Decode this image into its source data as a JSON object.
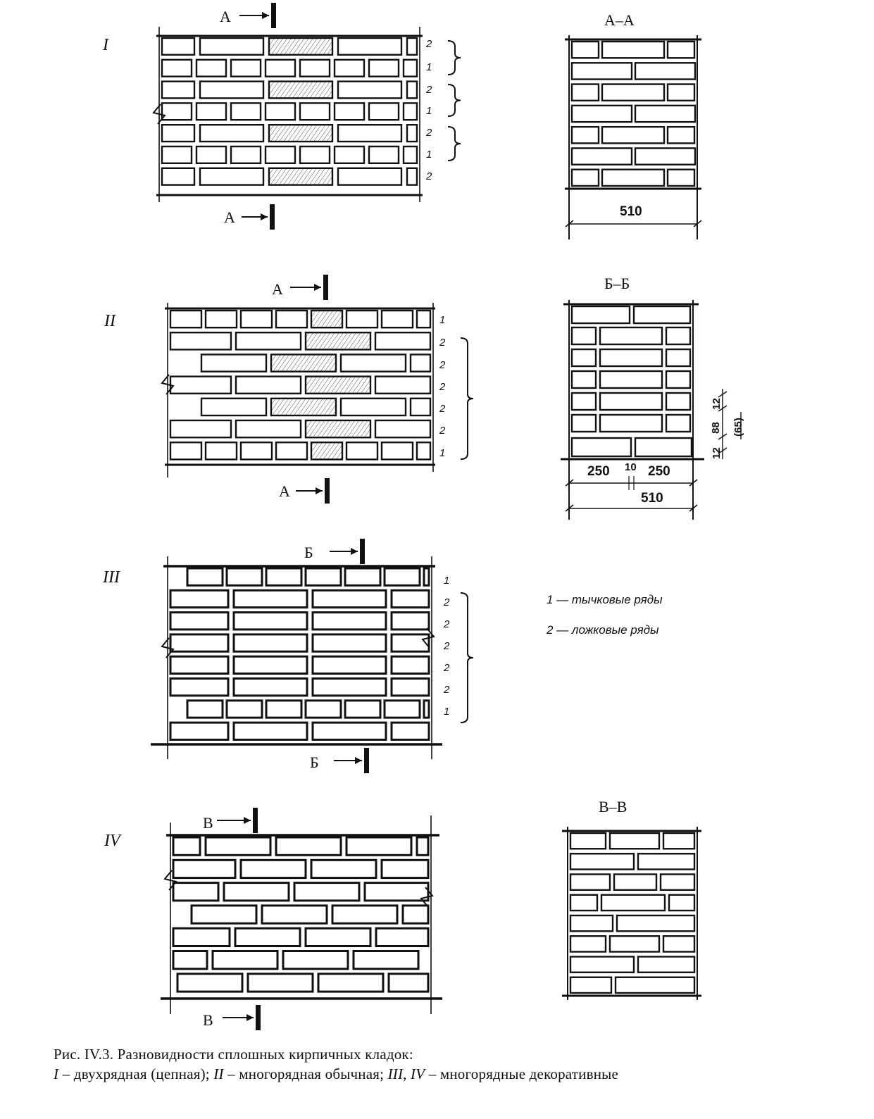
{
  "panels": [
    {
      "numeral": "I",
      "row_labels": [
        "2",
        "1",
        "2",
        "1",
        "2",
        "1",
        "2"
      ],
      "cut_top": "А",
      "cut_bottom": "А",
      "section_title": "А–А",
      "section_dimension": "510"
    },
    {
      "numeral": "II",
      "row_labels": [
        "1",
        "2",
        "2",
        "2",
        "2",
        "2",
        "1"
      ],
      "cut_top": "А",
      "cut_bottom": "А",
      "section_title": "Б–Б",
      "section_dimensions": {
        "left": "250",
        "joint": "10",
        "right": "250",
        "total": "510",
        "joint_top": "12",
        "course": "88",
        "brick_height": "(65)",
        "joint_bottom": "12"
      }
    },
    {
      "numeral": "III",
      "row_labels": [
        "1",
        "2",
        "2",
        "2",
        "2",
        "2",
        "1"
      ],
      "cut_top": "Б",
      "cut_bottom": "Б"
    },
    {
      "numeral": "IV",
      "cut_top": "В",
      "cut_bottom": "В",
      "section_title": "В–В"
    }
  ],
  "legend": [
    "1 — тычковые ряды",
    "2 — ложковые ряды"
  ],
  "caption": {
    "line1": "Рис. IV.3. Разновидности сплошных кирпичных кладок:",
    "line2_parts": [
      {
        "text": "I",
        "italic": true
      },
      {
        "text": " – двухрядная (цепная); ",
        "italic": false
      },
      {
        "text": "II",
        "italic": true
      },
      {
        "text": " – многорядная обычная; ",
        "italic": false
      },
      {
        "text": "III, IV",
        "italic": true
      },
      {
        "text": " – многорядные декоративные",
        "italic": false
      }
    ]
  },
  "colors": {
    "ink": "#111111",
    "paper": "#ffffff",
    "hatch": "#555555"
  }
}
